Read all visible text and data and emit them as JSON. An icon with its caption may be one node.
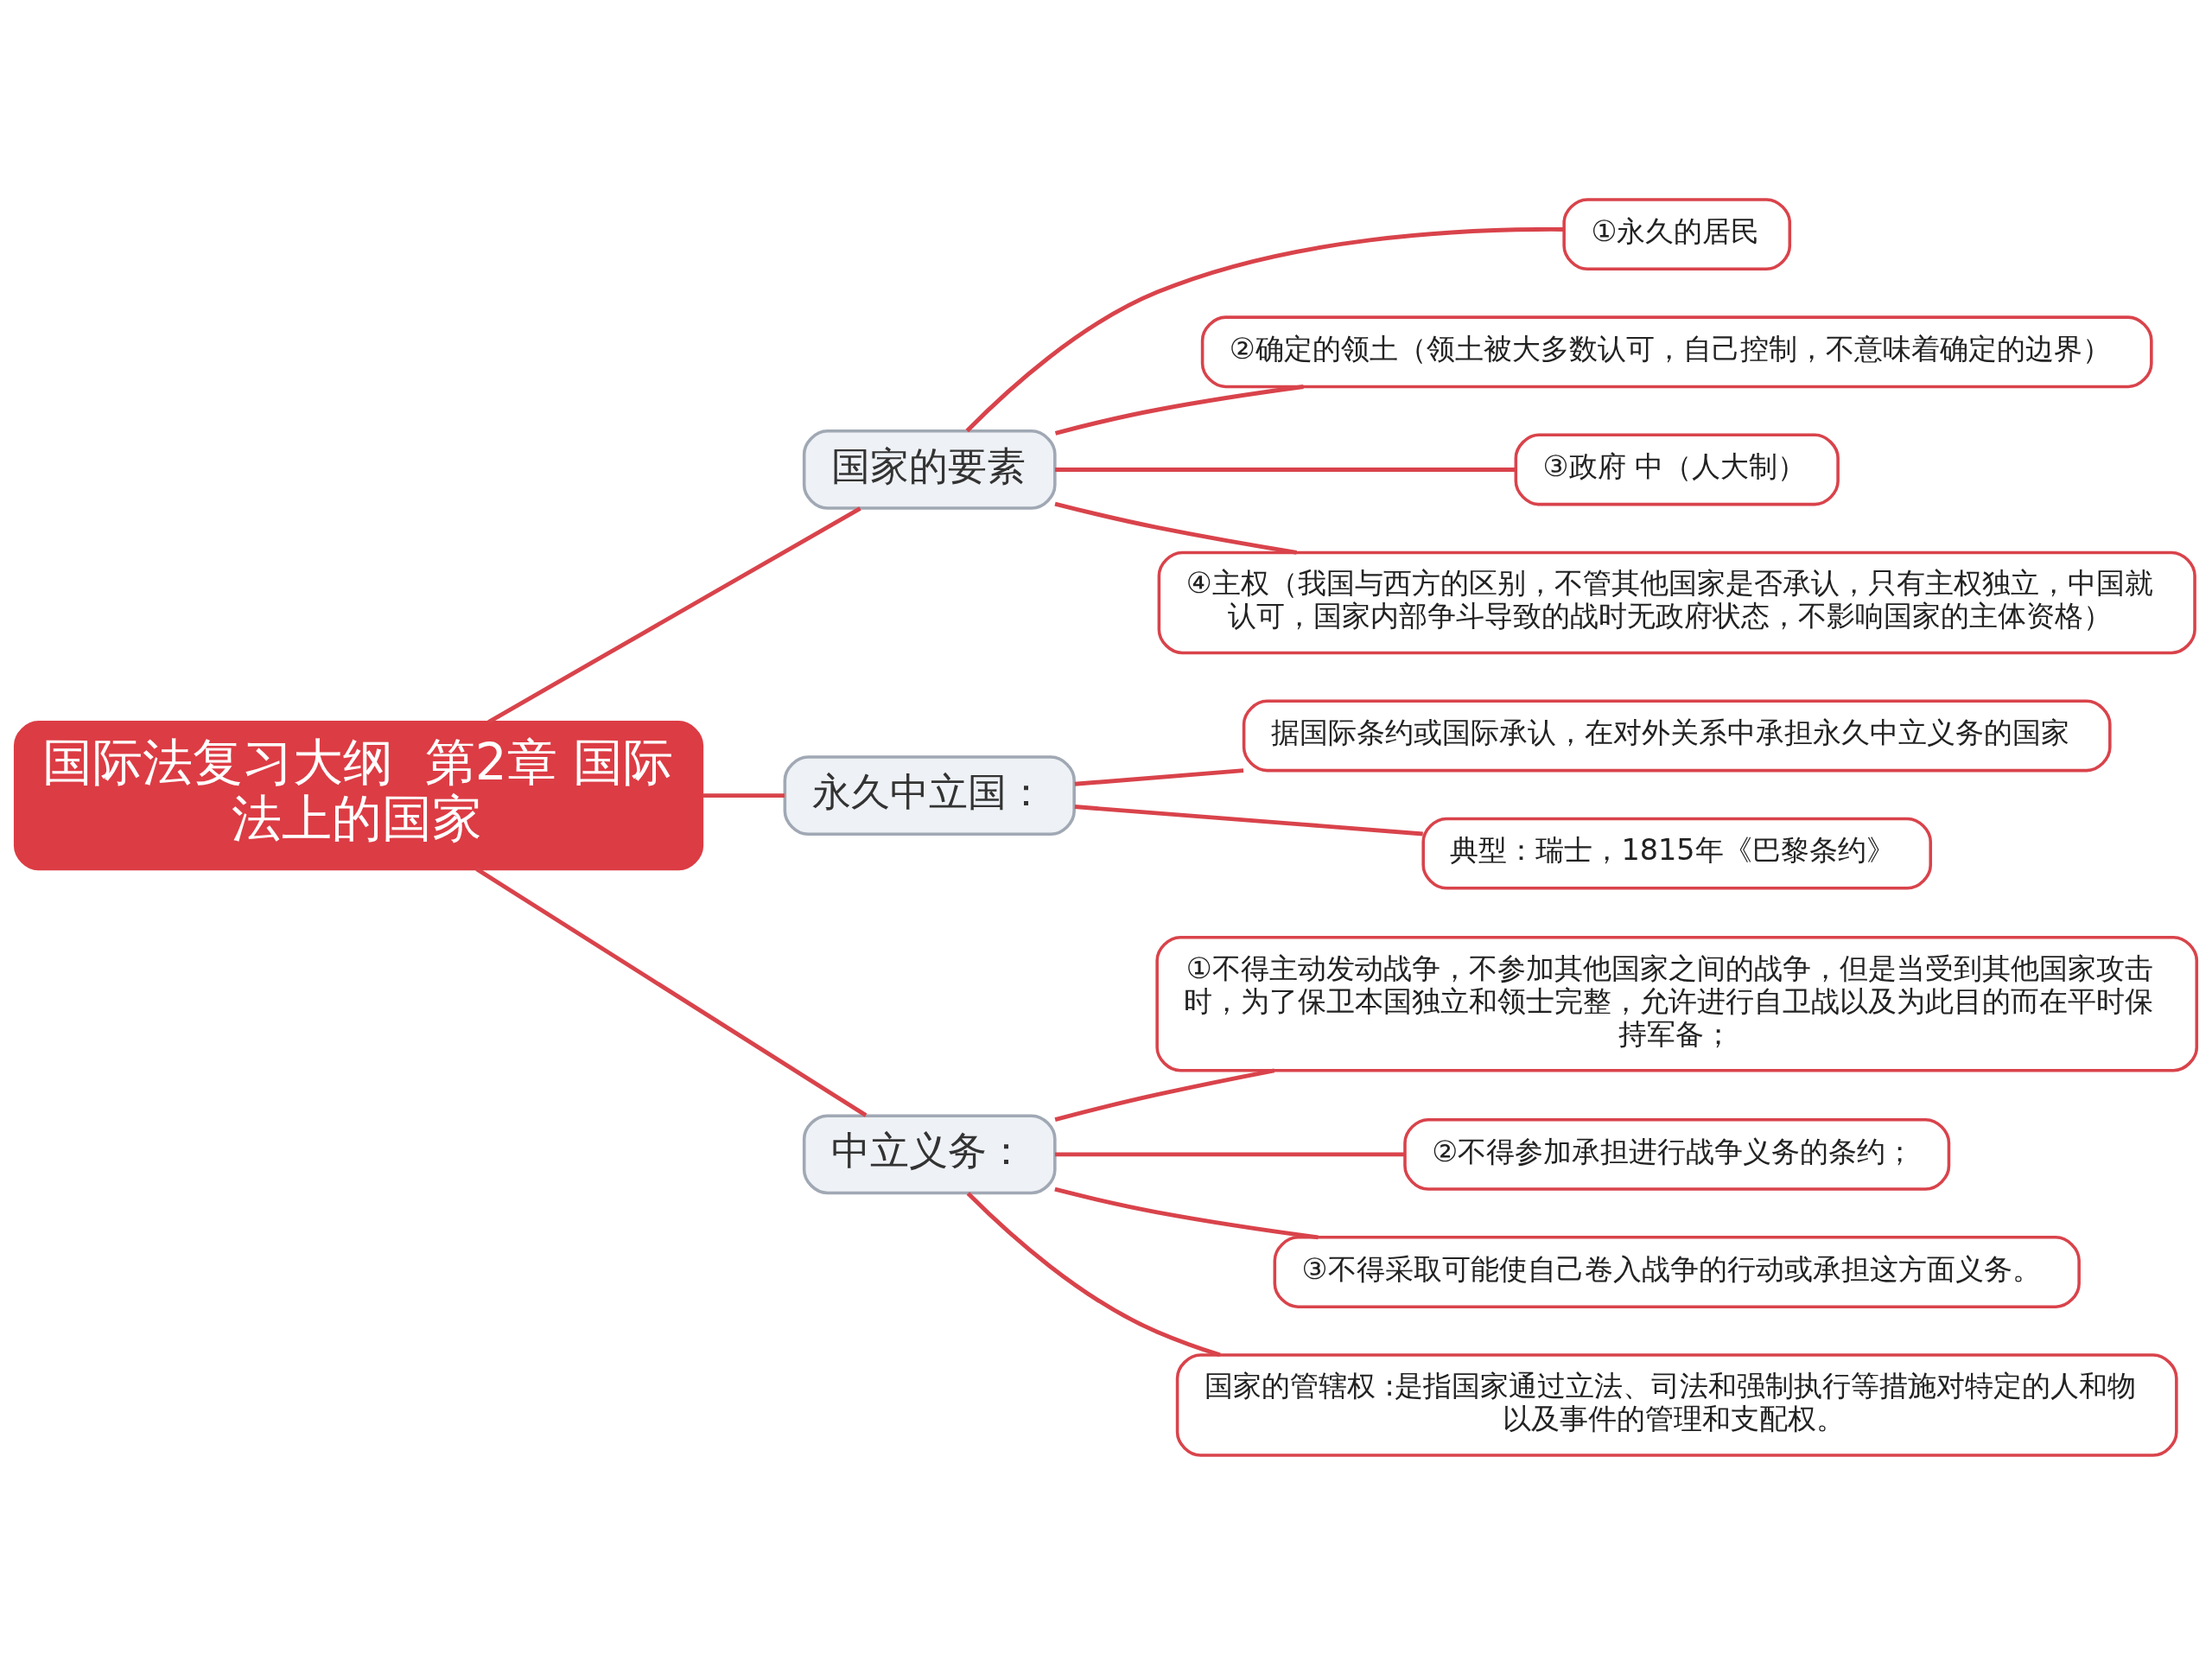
{
  "diagram": {
    "nodes": [
      {
        "text": [
          "国际法复习大纲  第2章 国际法上的国家"
        ]
      },
      {
        "text": [
          "国家的要素"
        ]
      },
      {
        "text": [
          "①永久的居民"
        ]
      },
      {
        "text": [
          "②确定的领土（领土被大多数认可，自己控制，不意味着确定的边界）"
        ]
      },
      {
        "text": [
          "③政府 中（人大制）"
        ]
      },
      {
        "text": [
          "④主权（我国与西方的区别，不管其他国家是否承认，只有主权独立，中国就认可，国家内部争斗导致的战时无政府状态，不影响国家的主体资格）"
        ]
      },
      {
        "text": [
          "永久中立国："
        ]
      },
      {
        "text": [
          "据国际条约或国际承认，在对外关系中承担永久中立义务的国家"
        ]
      },
      {
        "text": [
          "典型：瑞士，1815年《巴黎条约》"
        ]
      },
      {
        "text": [
          "中立义务："
        ]
      },
      {
        "text": [
          "①不得主动发动战争，不参加其他国家之间的战争，但是当受到其他国家攻击时，为了保卫本国独立和领士完整，允许进行自卫战以及为此目的而在平时保持军备；"
        ]
      },
      {
        "text": [
          "②不得参加承担进行战争义务的条约；"
        ]
      },
      {
        "text": [
          "③不得采取可能使自己卷入战争的行动或承担这方面义务。"
        ]
      },
      {
        "text": [
          "国家的管辖权 :是指国家通过立法、司法和强制执行等措施对特定的人和物以及事件的管理和支配权。"
        ]
      }
    ],
    "edges": [
      {
        "from": 0,
        "to": 1,
        "arrow": "none"
      },
      {
        "from": 0,
        "to": 6,
        "arrow": "none"
      },
      {
        "from": 0,
        "to": 9,
        "arrow": "none"
      },
      {
        "from": 1,
        "to": 2,
        "arrow": "none"
      },
      {
        "from": 1,
        "to": 3,
        "arrow": "none"
      },
      {
        "from": 1,
        "to": 4,
        "arrow": "none"
      },
      {
        "from": 1,
        "to": 5,
        "arrow": "none"
      },
      {
        "from": 6,
        "to": 7,
        "arrow": "none"
      },
      {
        "from": 6,
        "to": 8,
        "arrow": "none"
      },
      {
        "from": 9,
        "to": 10,
        "arrow": "none"
      },
      {
        "from": 9,
        "to": 11,
        "arrow": "none"
      },
      {
        "from": 9,
        "to": 12,
        "arrow": "none"
      },
      {
        "from": 9,
        "to": 13,
        "arrow": "none"
      }
    ]
  }
}
